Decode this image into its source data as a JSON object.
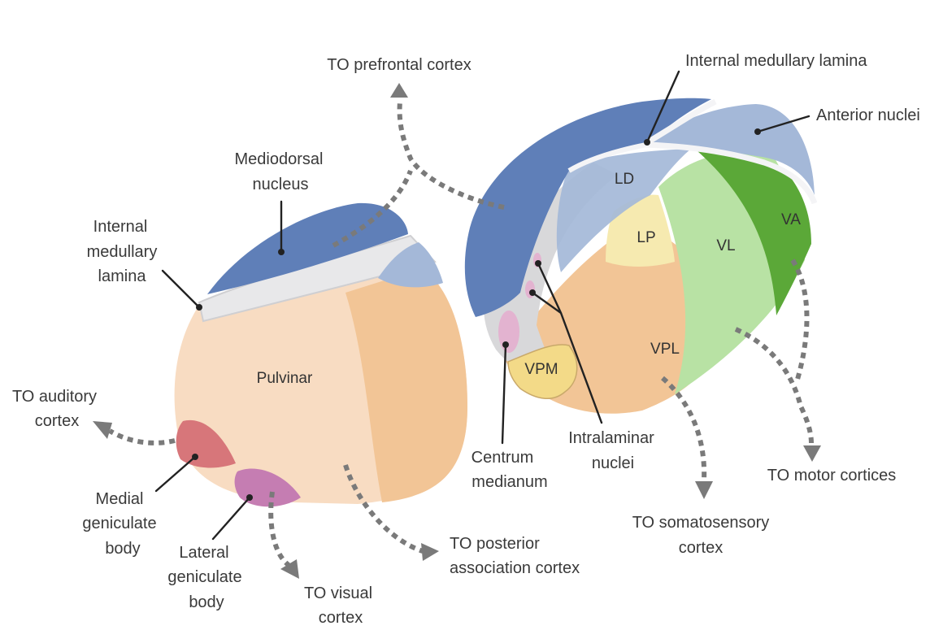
{
  "colors": {
    "mediodorsal": "#5f7fb8",
    "anterior": "#a4b8d8",
    "lamina": "#e8e8ea",
    "pulvinar": "#f8dcc2",
    "pulvinar_side": "#f2c596",
    "vl": "#b8e2a4",
    "va": "#5ba838",
    "lp": "#f6eab0",
    "vpm": "#f3da88",
    "vpl": "#f2c596",
    "lateral_geniculate": "#c57db2",
    "medial_geniculate": "#d7767a",
    "intralaminar": "#e3b3d0",
    "arrow": "#7a7a7a",
    "leader": "#222222"
  },
  "regions": {
    "ld": "LD",
    "lp": "LP",
    "vl": "VL",
    "va": "VA",
    "vpl": "VPL",
    "vpm": "VPM",
    "pulvinar": "Pulvinar"
  },
  "labels": {
    "prefrontal": "TO prefrontal cortex",
    "internal_lamina_top": "Internal medullary lamina",
    "anterior_nuclei": "Anterior nuclei",
    "mediodorsal": [
      "Mediodorsal",
      "nucleus"
    ],
    "internal_lamina_left": [
      "Internal",
      "medullary",
      "lamina"
    ],
    "auditory": [
      "TO auditory",
      "cortex"
    ],
    "medial_geniculate": [
      "Medial",
      "geniculate",
      "body"
    ],
    "lateral_geniculate": [
      "Lateral",
      "geniculate",
      "body"
    ],
    "visual": [
      "TO visual",
      "cortex"
    ],
    "posterior_assoc": [
      "TO posterior",
      "association cortex"
    ],
    "centrum": [
      "Centrum",
      "medianum"
    ],
    "intralaminar": [
      "Intralaminar",
      "nuclei"
    ],
    "somatosensory": [
      "TO somatosensory",
      "cortex"
    ],
    "motor": "TO motor cortices"
  }
}
